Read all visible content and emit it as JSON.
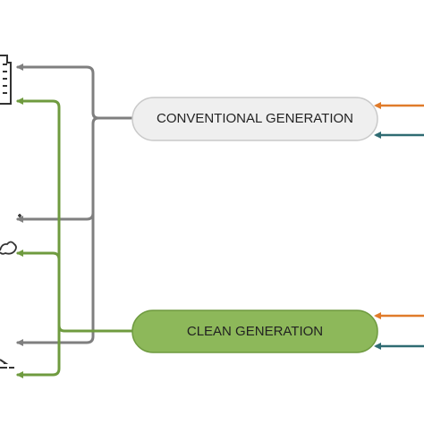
{
  "diagram": {
    "nodes": [
      {
        "id": "conventional",
        "label": "CONVENTIONAL GENERATION",
        "fill": "#efefef",
        "stroke": "#c9c9c9"
      },
      {
        "id": "clean",
        "label": "CLEAN GENERATION",
        "fill": "#8db85a",
        "stroke": "#6e9a3f"
      }
    ],
    "colors": {
      "conventional_flow": "#7f7f7f",
      "clean_flow": "#6f9b3f",
      "orange_input": "#e07b2a",
      "teal_input": "#2f6b72",
      "icon": "#333333"
    },
    "icons": [
      "building-icon",
      "cloud-icon",
      "house-icon"
    ]
  }
}
